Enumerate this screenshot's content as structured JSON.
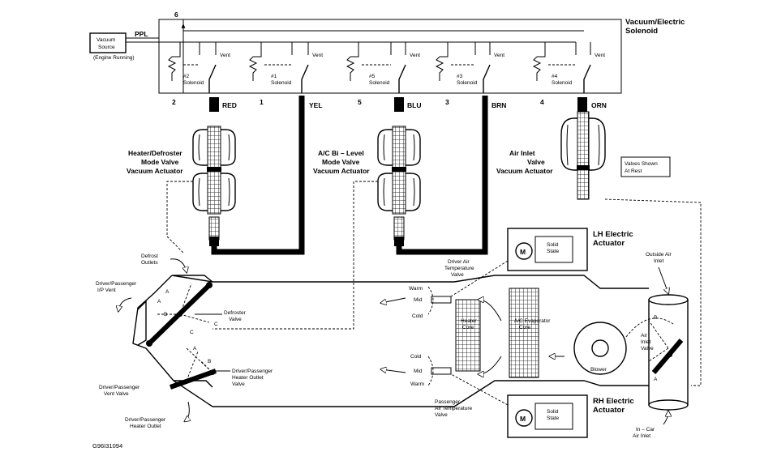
{
  "labels": {
    "ppl": "PPL",
    "port6": "6",
    "vacuum_source_l1": "Vacuum",
    "vacuum_source_l2": "Source",
    "engine_running": "(Engine Running)",
    "solenoid_title_l1": "Vacuum/Electric",
    "solenoid_title_l2": "Solenoid",
    "vent": "Vent",
    "sol2_num": "#2",
    "sol1_num": "#1",
    "sol5_num": "#5",
    "sol3_num": "#3",
    "sol4_num": "#4",
    "solenoid_word": "Solenoid",
    "port2": "2",
    "port1": "1",
    "port5": "5",
    "port3": "3",
    "port4": "4",
    "red": "RED",
    "yel": "YEL",
    "blu": "BLU",
    "brn": "BRN",
    "orn": "ORN",
    "heater_act_l1": "Heater/Defroster",
    "heater_act_l2": "Mode Valve",
    "heater_act_l3": "Vacuum Actuator",
    "ac_act_l1": "A/C Bi – Level",
    "ac_act_l2": "Mode Valve",
    "ac_act_l3": "Vacuum Actuator",
    "air_act_l1": "Air Inlet",
    "air_act_l2": "Valve",
    "air_act_l3": "Vacuum Actuator",
    "valves_rest_l1": "Valves Shown",
    "valves_rest_l2": "At Rest",
    "defrost_outlets_l1": "Defrost",
    "defrost_outlets_l2": "Outlets",
    "ip_vent_l1": "Driver/Passenger",
    "ip_vent_l2": "I/P Vent",
    "defroster_valve_l1": "Defroster",
    "defroster_valve_l2": "Valve",
    "vent_valve_l1": "Driver/Passenger",
    "vent_valve_l2": "Vent Valve",
    "heater_outlet_valve_l1": "Driver/Passenger",
    "heater_outlet_valve_l2": "Heater Outlet",
    "heater_outlet_valve_l3": "Valve",
    "heater_outlet_l1": "Driver/Passenger",
    "heater_outlet_l2": "Heater Outlet",
    "driver_temp_l1": "Driver Air",
    "driver_temp_l2": "Temperature",
    "driver_temp_l3": "Valve",
    "warm": "Warm",
    "mid": "Mid",
    "cold": "Cold",
    "heater_core_l1": "Heater",
    "heater_core_l2": "Core",
    "evap_core_l1": "A/C Evaporator",
    "evap_core_l2": "Core",
    "blower": "Blower",
    "pass_temp_l1": "Passenger",
    "pass_temp_l2": "Air Temperature",
    "pass_temp_l3": "Valve",
    "lh_act_l1": "LH Electric",
    "lh_act_l2": "Actuator",
    "rh_act_l1": "RH Electric",
    "rh_act_l2": "Actuator",
    "motor_m": "M",
    "solid_l1": "Solid",
    "solid_l2": "State",
    "outside_air_l1": "Outside Air",
    "outside_air_l2": "Inlet",
    "air_inlet_valve_l1": "Air",
    "air_inlet_valve_l2": "Inlet",
    "air_inlet_valve_l3": "Valve",
    "incar_l1": "In – Car",
    "incar_l2": "Air Inlet",
    "pos_a": "A",
    "pos_b": "B",
    "pos_c": "C",
    "figure_code": "G96I31094"
  }
}
